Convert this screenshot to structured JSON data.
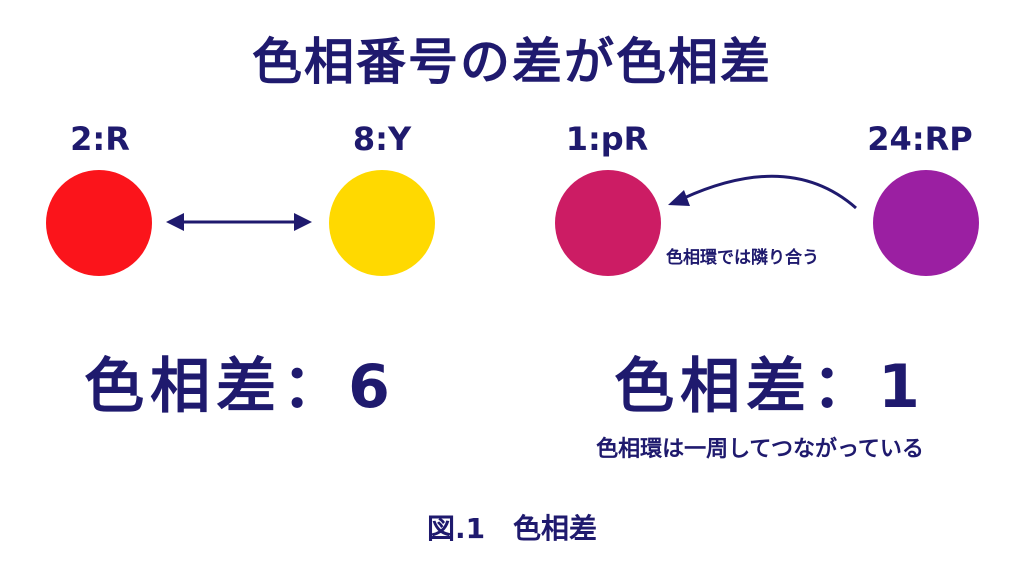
{
  "title": "色相番号の差が色相差",
  "left": {
    "hue_a_label": "2:R",
    "hue_b_label": "8:Y",
    "hue_a_color": "#fb141b",
    "hue_b_color": "#ffd900",
    "difference": "色相差：6"
  },
  "right": {
    "hue_a_label": "1:pR",
    "hue_b_label": "24:RP",
    "hue_a_color": "#cc1c64",
    "hue_b_color": "#9b1fa2",
    "arrow_note": "色相環では隣り合う",
    "difference": "色相差：1",
    "circle_note": "色相環は一周してつながっている"
  },
  "caption": "図.1　色相差",
  "colors": {
    "text": "#1f1a6e"
  }
}
